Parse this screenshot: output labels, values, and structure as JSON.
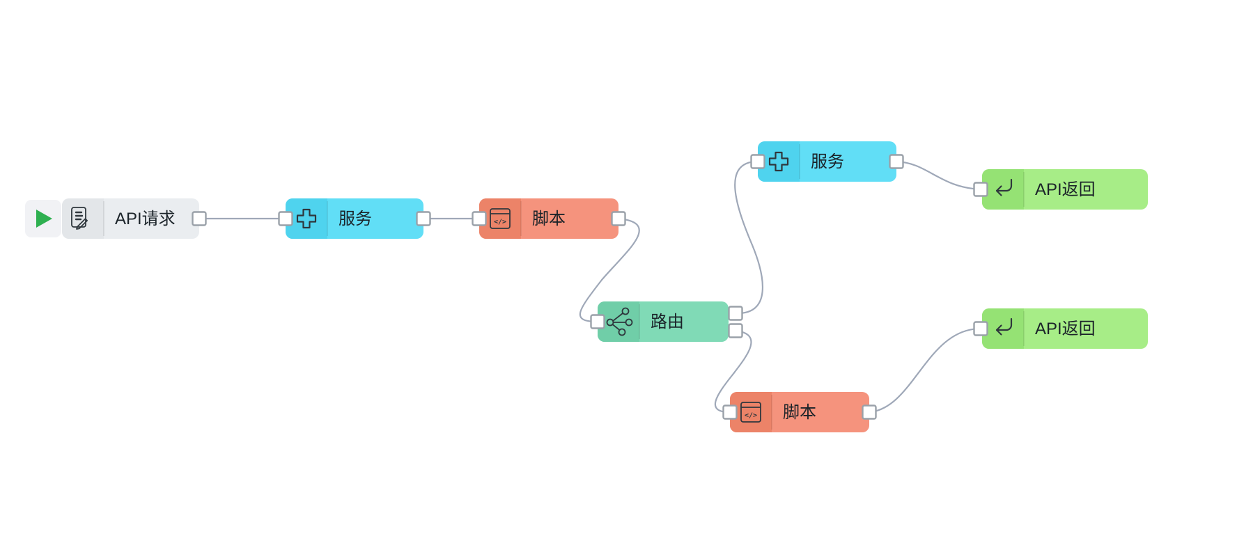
{
  "diagram": {
    "background": "#ffffff",
    "wire_color": "#9FA8B8",
    "port_border_color": "#9AA1A9",
    "port_fill_color": "#ffffff",
    "label_color": "#1B2329",
    "icon_stroke_color": "#2F373D",
    "play_color": "#2EB050",
    "play_backdrop_color": "#F1F2F5",
    "script_icon_glyph": "</>",
    "nodes": [
      {
        "id": "api-request",
        "label": "API请求",
        "type": "api-request",
        "icon": "edit-document-icon",
        "body": "#EAEDF0",
        "iconBg": "#E3E6E9"
      },
      {
        "id": "service-1",
        "label": "服务",
        "type": "service",
        "icon": "plus-icon",
        "body": "#61DEF6",
        "iconBg": "#4FD3EE"
      },
      {
        "id": "script-1",
        "label": "脚本",
        "type": "script",
        "icon": "code-window-icon",
        "body": "#F5937D",
        "iconBg": "#EC8368"
      },
      {
        "id": "route-1",
        "label": "路由",
        "type": "route",
        "icon": "branch-icon",
        "body": "#80DAB6",
        "iconBg": "#70CEA8"
      },
      {
        "id": "service-2",
        "label": "服务",
        "type": "service",
        "icon": "plus-icon",
        "body": "#61DEF6",
        "iconBg": "#4FD3EE"
      },
      {
        "id": "api-return-1",
        "label": "API返回",
        "type": "api-return",
        "icon": "return-arrow-icon",
        "body": "#A7ED87",
        "iconBg": "#95E274"
      },
      {
        "id": "script-2",
        "label": "脚本",
        "type": "script",
        "icon": "code-window-icon",
        "body": "#F5937D",
        "iconBg": "#EC8368"
      },
      {
        "id": "api-return-2",
        "label": "API返回",
        "type": "api-return",
        "icon": "return-arrow-icon",
        "body": "#A7ED87",
        "iconBg": "#95E274"
      }
    ],
    "connections": [
      {
        "from": "api-request",
        "from_port": "out",
        "to": "service-1",
        "to_port": "in"
      },
      {
        "from": "service-1",
        "from_port": "out",
        "to": "script-1",
        "to_port": "in"
      },
      {
        "from": "script-1",
        "from_port": "out",
        "to": "route-1",
        "to_port": "in"
      },
      {
        "from": "route-1",
        "from_port": "out-1",
        "to": "service-2",
        "to_port": "in"
      },
      {
        "from": "route-1",
        "from_port": "out-2",
        "to": "script-2",
        "to_port": "in"
      },
      {
        "from": "service-2",
        "from_port": "out",
        "to": "api-return-1",
        "to_port": "in"
      },
      {
        "from": "script-2",
        "from_port": "out",
        "to": "api-return-2",
        "to_port": "in"
      }
    ]
  }
}
